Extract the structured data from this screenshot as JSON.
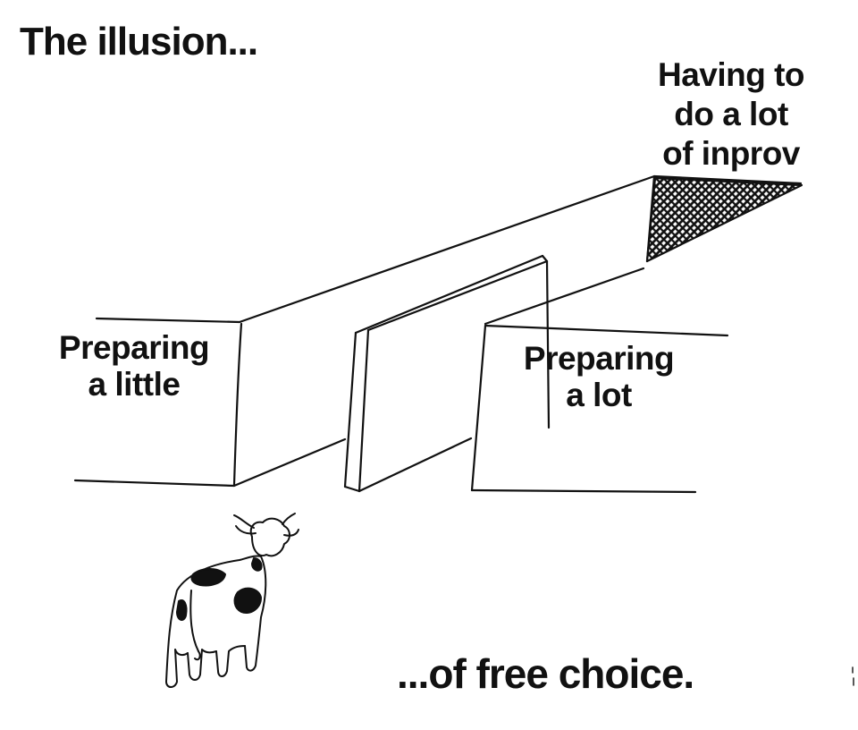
{
  "meme": {
    "title": "The illusion...",
    "caption": "...of free choice.",
    "doors": {
      "left": {
        "lines": [
          "Preparing",
          "a little"
        ]
      },
      "right": {
        "lines": [
          "Preparing",
          "a lot"
        ]
      },
      "end": {
        "lines": [
          "Having to",
          "do a lot",
          "of inprov"
        ]
      }
    }
  },
  "colors": {
    "ink": "#111111",
    "background": "#ffffff"
  },
  "illustration": {
    "walls": "line-drawing-corridor",
    "animal": "cow"
  }
}
